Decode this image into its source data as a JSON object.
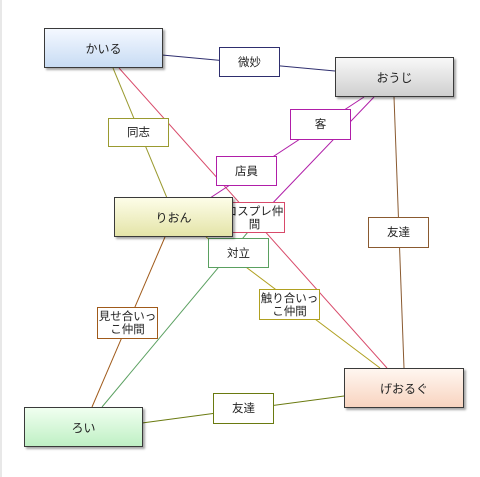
{
  "diagram": {
    "nodes": [
      {
        "id": "kairu",
        "label": "かいる",
        "fill_top": "#f4f8ff",
        "fill_bottom": "#c8dcf4"
      },
      {
        "id": "ouji",
        "label": "おうじ",
        "fill_top": "#f8f8f8",
        "fill_bottom": "#cfcfcf"
      },
      {
        "id": "rion",
        "label": "りおん",
        "fill_top": "#fdfde8",
        "fill_bottom": "#e4e4a8"
      },
      {
        "id": "georugu",
        "label": "げおるぐ",
        "fill_top": "#fff6f0",
        "fill_bottom": "#f8d4c0"
      },
      {
        "id": "roi",
        "label": "ろい",
        "fill_top": "#f0fff0",
        "fill_bottom": "#bff0c4"
      }
    ],
    "edges": [
      {
        "from": "kairu",
        "to": "ouji",
        "label": "微妙",
        "color": "#2e2e6e"
      },
      {
        "from": "kairu",
        "to": "rion",
        "label": "同志",
        "color": "#9a9a30"
      },
      {
        "from": "kairu",
        "to": "georugu",
        "label": "コスプレ仲間",
        "color": "#d84a6a"
      },
      {
        "from": "ouji",
        "to": "rion",
        "label": "客",
        "color": "#b01ea8"
      },
      {
        "from": "ouji",
        "to": "roi",
        "label": "店員",
        "color": "#b01ea8"
      },
      {
        "from": "ouji",
        "to": "georugu",
        "label": "友達",
        "color": "#8a5a30"
      },
      {
        "from": "rion",
        "to": "roi",
        "label": "見せ合いっこ仲間",
        "color": "#a05a1a"
      },
      {
        "from": "rion",
        "to": "georugu",
        "label": "触り合いっこ仲間",
        "color": "#b0a020"
      },
      {
        "from": "georugu",
        "to": "roi",
        "label": "友達",
        "color": "#6a7a10"
      },
      {
        "from": "ouji",
        "to": "roi",
        "label": "対立",
        "color": "#5aa060"
      }
    ]
  }
}
